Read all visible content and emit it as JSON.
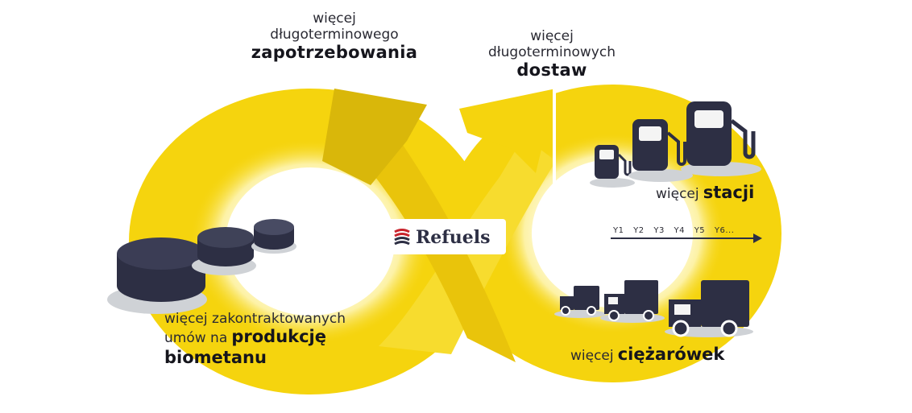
{
  "labels": {
    "demand": {
      "line1": "więcej",
      "line2": "długoterminowego",
      "bold": "zapotrzebowania"
    },
    "supply": {
      "line1": "więcej",
      "line2": "długoterminowych",
      "bold": "dostaw"
    },
    "stations": {
      "thin": "więcej",
      "bold": "stacji"
    },
    "contracts": {
      "line1": "więcej zakontraktowanych",
      "line2_thin": "umów na",
      "line2_bold": "produkcję",
      "line3_bold": "biometanu"
    },
    "trucks": {
      "thin": "więcej",
      "bold": "ciężarówek"
    }
  },
  "brand": {
    "name": "Refuels"
  },
  "timeline": {
    "ticks": [
      "Y1",
      "Y2",
      "Y3",
      "Y4",
      "Y5",
      "Y6..."
    ]
  },
  "colors": {
    "yellow": "#f5d40e",
    "yellow_dark": "#d9b70a",
    "yellow_light": "#fbe96a",
    "navy": "#2d2f44",
    "gray": "#cfd2d6",
    "red": "#c8232c"
  },
  "icons": [
    "biomethane-tank-icon",
    "fuel-pump-icon",
    "truck-icon",
    "refuels-logo-icon",
    "timeline-arrow-icon"
  ]
}
